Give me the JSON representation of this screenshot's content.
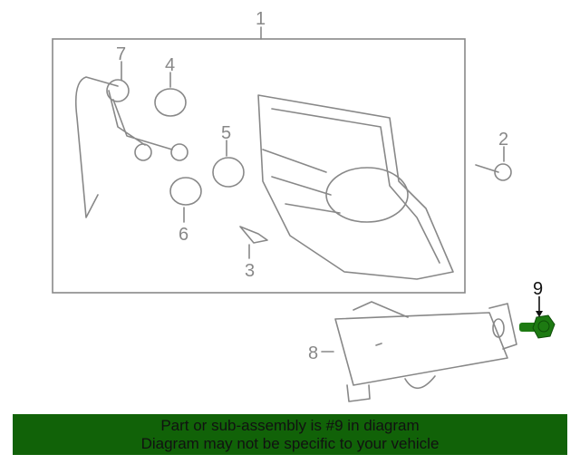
{
  "diagram": {
    "callouts": [
      "1",
      "2",
      "3",
      "4",
      "5",
      "6",
      "7",
      "8",
      "9"
    ],
    "highlight_part": "9",
    "highlight_color": "#1d7a12"
  },
  "banner": {
    "line1": "Part or sub-assembly is #9 in diagram",
    "line2": "Diagram may not be specific to your vehicle",
    "color": "#116208"
  }
}
